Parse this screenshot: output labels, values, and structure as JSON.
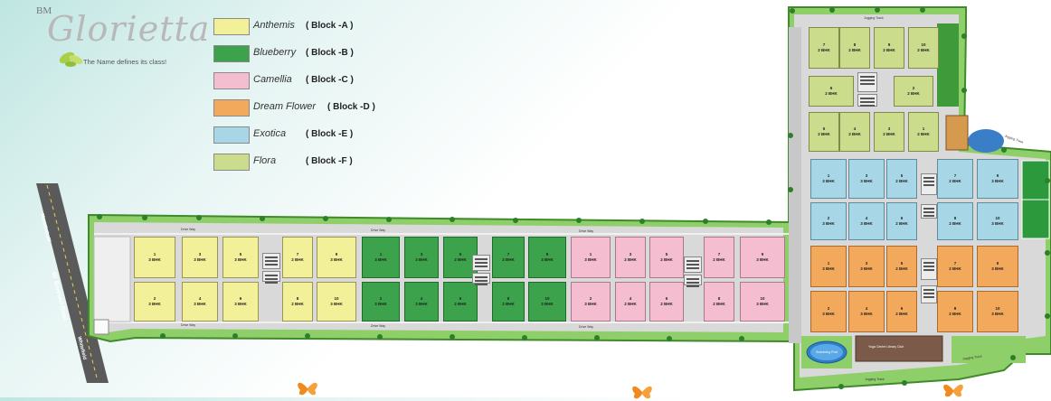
{
  "brand": {
    "prefix": "BM",
    "name": "Glorietta",
    "tagline": "The Name defines its class!"
  },
  "legend": [
    {
      "name": "Anthemis",
      "code": "( Block -A )",
      "color": "#f3f09a"
    },
    {
      "name": "Blueberry",
      "code": "( Block -B )",
      "color": "#3ca24b"
    },
    {
      "name": "Camellia",
      "code": "( Block -C )",
      "color": "#f4bdd0"
    },
    {
      "name": "Dream  Flower",
      "code": "( Block -D )",
      "color": "#f3a95b"
    },
    {
      "name": "Exotica",
      "code": "( Block -E )",
      "color": "#a7d7e6"
    },
    {
      "name": "Flora",
      "code": "( Block -F )",
      "color": "#cbdc8c"
    }
  ],
  "roads": {
    "main_road": "40' Borewell Road",
    "marathahalli": "Marathahalli",
    "whitefield": "Whitefield"
  },
  "labels": {
    "drive_way": "Drive Way",
    "jogging_track": "Jogging Track",
    "yoga_centre": "Yoga Centre Library Club",
    "swimming_pool": "Swimming Pool"
  },
  "blocks": {
    "A": {
      "top": [
        [
          "1",
          "3 BHK"
        ],
        [
          "3",
          "3 BHK"
        ],
        [
          "5",
          "3 BHK"
        ],
        [
          "7",
          "2 BHK"
        ],
        [
          "9",
          "3 BHK"
        ]
      ],
      "bottom": [
        [
          "2",
          "3 BHK"
        ],
        [
          "4",
          "3 BHK"
        ],
        [
          "6",
          "3 BHK"
        ],
        [
          "8",
          "2 BHK"
        ],
        [
          "10",
          "3 BHK"
        ]
      ]
    },
    "B": {
      "top": [
        [
          "1",
          "3 BHK"
        ],
        [
          "3",
          "3 BHK"
        ],
        [
          "5",
          "2 BHK"
        ],
        [
          "7",
          "2 BHK"
        ],
        [
          "9",
          "3 BHK"
        ]
      ],
      "bottom": [
        [
          "2",
          "3 BHK"
        ],
        [
          "4",
          "3 BHK"
        ],
        [
          "6",
          "2 BHK"
        ],
        [
          "8",
          "2 BHK"
        ],
        [
          "10",
          "3 BHK"
        ]
      ]
    },
    "C": {
      "top": [
        [
          "1",
          "3 BHK"
        ],
        [
          "3",
          "2 BHK"
        ],
        [
          "5",
          "2 BHK"
        ],
        [
          "7",
          "2 BHK"
        ],
        [
          "9",
          "3 BHK"
        ]
      ],
      "bottom": [
        [
          "2",
          "3 BHK"
        ],
        [
          "4",
          "2 BHK"
        ],
        [
          "6",
          "2 BHK"
        ],
        [
          "8",
          "2 BHK"
        ],
        [
          "10",
          "3 BHK"
        ]
      ]
    },
    "D": {
      "top": [
        [
          "1",
          "3 BHK"
        ],
        [
          "3",
          "3 BHK"
        ],
        [
          "5",
          "2 BHK"
        ],
        [
          "7",
          "2 BHK"
        ],
        [
          "9",
          "3 BHK"
        ]
      ],
      "bottom": [
        [
          "2",
          "3 BHK"
        ],
        [
          "4",
          "3 BHK"
        ],
        [
          "6",
          "2 BHK"
        ],
        [
          "8",
          "2 BHK"
        ],
        [
          "10",
          "3 BHK"
        ]
      ]
    },
    "E": {
      "top": [
        [
          "1",
          "3 BHK"
        ],
        [
          "3",
          "3 BHK"
        ],
        [
          "5",
          "2 BHK"
        ],
        [
          "7",
          "2 BHK"
        ],
        [
          "9",
          "3 BHK"
        ]
      ],
      "bottom": [
        [
          "2",
          "3 BHK"
        ],
        [
          "4",
          "3 BHK"
        ],
        [
          "6",
          "2 BHK"
        ],
        [
          "8",
          "2 BHK"
        ],
        [
          "10",
          "3 BHK"
        ]
      ]
    },
    "F": {
      "top": [
        [
          "7",
          "2 BHK"
        ],
        [
          "8",
          "2 BHK"
        ],
        [
          "9",
          "2 BHK"
        ],
        [
          "10",
          "2 BHK"
        ]
      ],
      "mid": [
        [
          "6",
          "2 BHK"
        ],
        [
          "2",
          "2 BHK"
        ]
      ],
      "bottom": [
        [
          "5",
          "2 BHK"
        ],
        [
          "4",
          "2 BHK"
        ],
        [
          "3",
          "2 BHK"
        ],
        [
          "1",
          "2 BHK"
        ]
      ]
    }
  }
}
